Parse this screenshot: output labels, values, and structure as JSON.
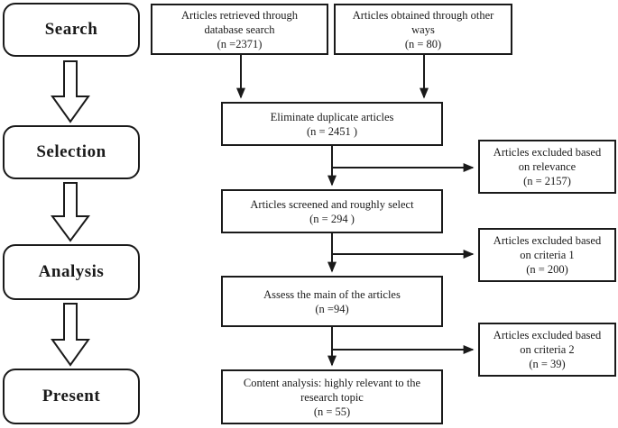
{
  "diagram": {
    "stages": [
      {
        "id": "search",
        "label": "Search"
      },
      {
        "id": "selection",
        "label": "Selection"
      },
      {
        "id": "analysis",
        "label": "Analysis"
      },
      {
        "id": "present",
        "label": "Present"
      }
    ],
    "process_boxes": [
      {
        "id": "database-search",
        "lines": [
          "Articles retrieved through",
          "database search",
          "(n =2371)"
        ]
      },
      {
        "id": "other-ways",
        "lines": [
          "Articles obtained through other",
          "ways",
          "(n = 80)"
        ]
      },
      {
        "id": "eliminate-duplicates",
        "lines": [
          "Eliminate duplicate articles",
          "(n = 2451 )"
        ]
      },
      {
        "id": "screened",
        "lines": [
          "Articles screened and roughly select",
          "(n = 294 )"
        ]
      },
      {
        "id": "assess-main",
        "lines": [
          "Assess the main of the articles",
          "(n =94)"
        ]
      },
      {
        "id": "content-analysis",
        "lines": [
          "Content analysis: highly relevant to the",
          "research topic",
          "(n = 55)"
        ]
      }
    ],
    "exclusion_boxes": [
      {
        "id": "excluded-relevance",
        "lines": [
          "Articles excluded based",
          "on relevance",
          "(n = 2157)"
        ]
      },
      {
        "id": "excluded-criteria-1",
        "lines": [
          "Articles excluded based",
          "on criteria 1",
          "(n = 200)"
        ]
      },
      {
        "id": "excluded-criteria-2",
        "lines": [
          "Articles excluded based",
          "on criteria 2",
          "(n = 39)"
        ]
      }
    ],
    "colors": {
      "line": "#1a1a1a",
      "text": "#1a1a1a",
      "background": "#ffffff"
    }
  }
}
